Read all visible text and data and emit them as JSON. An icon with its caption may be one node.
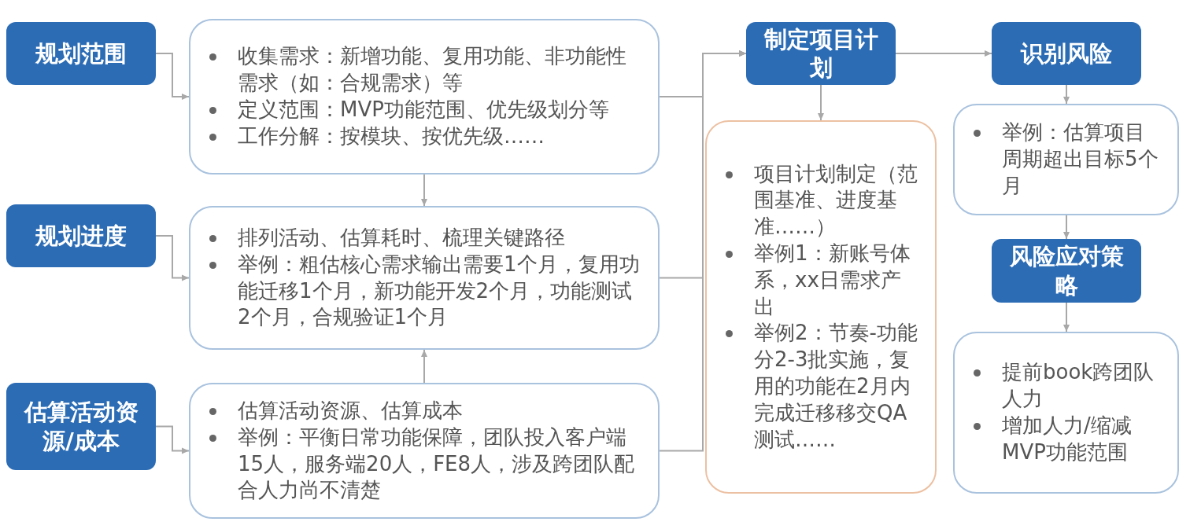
{
  "diagram": {
    "nodes": [
      {
        "text": [
          "规划范围"
        ]
      },
      {
        "text": [
          "收集需求：新增功能、复用功能、非功能性需求（如：合规需求）等",
          "定义范围：MVP功能范围、优先级划分等",
          "工作分解：按模块、按优先级……"
        ]
      },
      {
        "text": [
          "规划进度"
        ]
      },
      {
        "text": [
          "排列活动、估算耗时、梳理关键路径",
          "举例：粗估核心需求输出需要1个月，复用功能迁移1个月，新功能开发2个月，功能测试2个月，合规验证1个月"
        ]
      },
      {
        "text": [
          "估算活动资源/成本"
        ]
      },
      {
        "text": [
          "估算活动资源、估算成本",
          "举例：平衡日常功能保障，团队投入客户端15人，服务端20人，FE8人，涉及跨团队配合人力尚不清楚"
        ]
      },
      {
        "text": [
          "制定项目计划"
        ]
      },
      {
        "text": [
          "项目计划制定（范围基准、进度基准……）",
          "举例1：新账号体系，xx日需求产出",
          "举例2：节奏-功能分2-3批实施，复用的功能在2月内完成迁移移交QA测试……"
        ]
      },
      {
        "text": [
          "识别风险"
        ]
      },
      {
        "text": [
          "举例：估算项目周期超出目标5个月"
        ]
      },
      {
        "text": [
          "风险应对策略"
        ]
      },
      {
        "text": [
          "提前book跨团队人力",
          "增加人力/缩减MVP功能范围"
        ]
      }
    ],
    "edges": [
      {
        "from": 0,
        "to": 1,
        "arrow": "to"
      },
      {
        "from": 2,
        "to": 3,
        "arrow": "to"
      },
      {
        "from": 4,
        "to": 5,
        "arrow": "to"
      },
      {
        "from": 1,
        "to": 3,
        "arrow": "to"
      },
      {
        "from": 5,
        "to": 3,
        "arrow": "to"
      },
      {
        "from": 1,
        "to": 6,
        "arrow": "to"
      },
      {
        "from": 3,
        "to": 6,
        "arrow": "to"
      },
      {
        "from": 5,
        "to": 6,
        "arrow": "to"
      },
      {
        "from": 6,
        "to": 7,
        "arrow": "to"
      },
      {
        "from": 6,
        "to": 8,
        "arrow": "to"
      },
      {
        "from": 8,
        "to": 9,
        "arrow": "to"
      },
      {
        "from": 9,
        "to": 10,
        "arrow": "to"
      },
      {
        "from": 10,
        "to": 11,
        "arrow": "to"
      }
    ]
  }
}
